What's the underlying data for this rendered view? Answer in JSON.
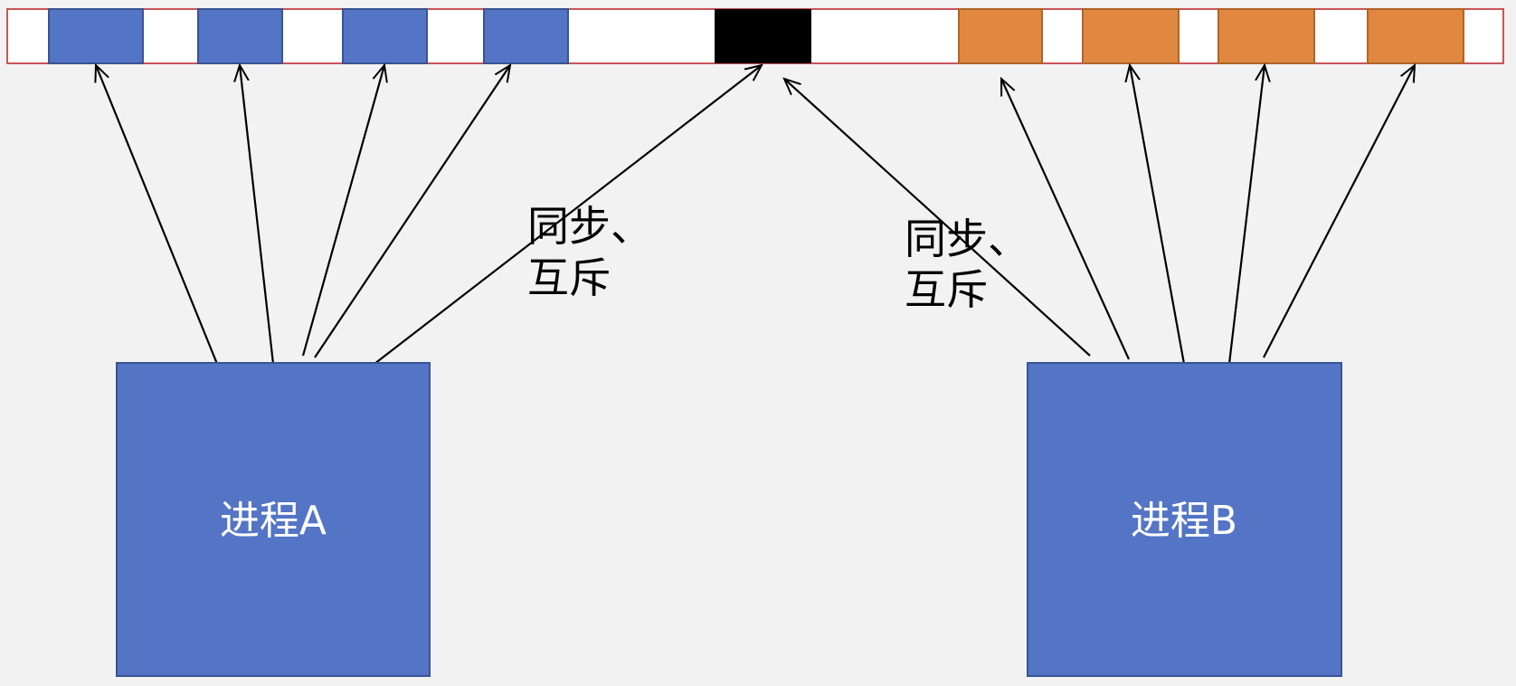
{
  "colors": {
    "background": "#f2f2f2",
    "memory_border": "#c9545a",
    "memory_fill": "#ffffff",
    "process_a_block": "#5474c6",
    "process_b_block": "#e0883f",
    "shared_block": "#000000",
    "process_box": "#5474c6",
    "process_box_border": "#3a5493",
    "arrow": "#000000"
  },
  "process_a": {
    "label": "进程A"
  },
  "process_b": {
    "label": "进程B"
  },
  "sync_left": {
    "line1": "同步、",
    "line2": "互斥"
  },
  "sync_right": {
    "line1": "同步、",
    "line2": "互斥"
  }
}
